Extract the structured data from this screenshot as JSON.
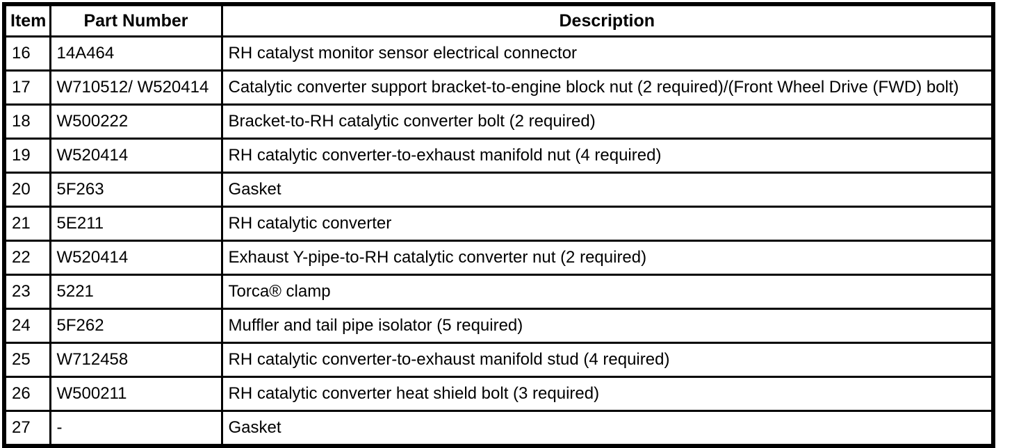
{
  "table": {
    "headers": [
      {
        "label": "Item"
      },
      {
        "label": "Part Number"
      },
      {
        "label": "Description"
      }
    ],
    "rows": [
      {
        "item": "16",
        "part_number": "14A464",
        "description": "RH catalyst monitor sensor electrical connector"
      },
      {
        "item": "17",
        "part_number": "W710512/ W520414",
        "description": "Catalytic converter support bracket-to-engine block nut (2 required)/(Front Wheel Drive (FWD) bolt)"
      },
      {
        "item": "18",
        "part_number": "W500222",
        "description": "Bracket-to-RH catalytic converter bolt (2 required)"
      },
      {
        "item": "19",
        "part_number": "W520414",
        "description": "RH catalytic converter-to-exhaust manifold nut (4 required)"
      },
      {
        "item": "20",
        "part_number": "5F263",
        "description": "Gasket"
      },
      {
        "item": "21",
        "part_number": "5E211",
        "description": "RH catalytic converter"
      },
      {
        "item": "22",
        "part_number": "W520414",
        "description": "Exhaust Y-pipe-to-RH catalytic converter nut (2 required)"
      },
      {
        "item": "23",
        "part_number": "5221",
        "description": "Torca® clamp"
      },
      {
        "item": "24",
        "part_number": "5F262",
        "description": "Muffler and tail pipe isolator (5 required)"
      },
      {
        "item": "25",
        "part_number": "W712458",
        "description": "RH catalytic converter-to-exhaust manifold stud (4 required)"
      },
      {
        "item": "26",
        "part_number": "W500211",
        "description": "RH catalytic converter heat shield bolt (3 required)"
      },
      {
        "item": "27",
        "part_number": "-",
        "description": "Gasket"
      }
    ]
  },
  "colors": {
    "border": "#000000",
    "background": "#ffffff",
    "text": "#000000"
  }
}
